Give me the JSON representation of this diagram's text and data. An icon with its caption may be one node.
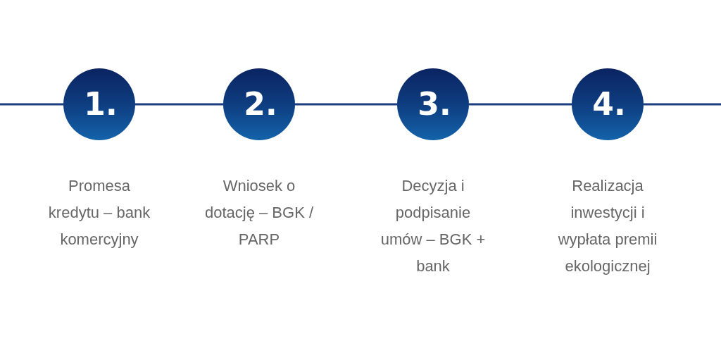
{
  "diagram": {
    "nodes": [
      {
        "text": [
          "1."
        ],
        "beside": [
          "Promesa kredytu – bank komercyjny"
        ]
      },
      {
        "text": [
          "2."
        ],
        "beside": [
          "Wniosek o dotację – BGK / PARP"
        ]
      },
      {
        "text": [
          "3."
        ],
        "beside": [
          "Decyzja i podpisanie umów – BGK + bank"
        ]
      },
      {
        "text": [
          "4."
        ],
        "beside": [
          "Realizacja inwestycji i wypłata premii ekologicznej"
        ]
      }
    ],
    "edges": [
      {
        "from": null,
        "to": 0,
        "arrow": "none"
      },
      {
        "from": 0,
        "to": 1,
        "arrow": "none"
      },
      {
        "from": 1,
        "to": 2,
        "arrow": "none"
      },
      {
        "from": 2,
        "to": 3,
        "arrow": "none"
      },
      {
        "from": 3,
        "to": null,
        "arrow": "none"
      }
    ]
  }
}
